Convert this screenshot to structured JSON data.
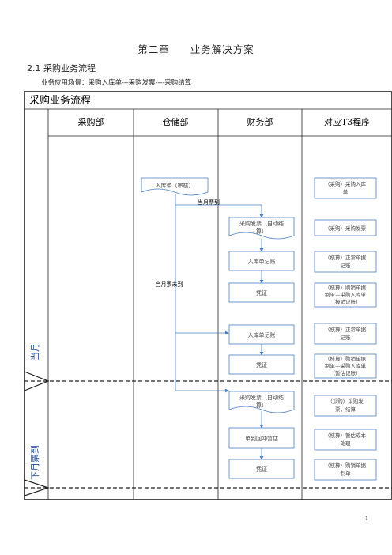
{
  "heading": {
    "chapter": "第二章",
    "title": "业务解决方案"
  },
  "section": {
    "number": "2.1",
    "title": "采购业务流程"
  },
  "scenario": "业务应用场景：采购入库单---采购发票----采购结算",
  "flowchart": {
    "title": "采购业务流程",
    "columns": [
      "采购部",
      "仓储部",
      "财务部",
      "对应T3程序"
    ],
    "lanes": [
      "当月",
      "下月票到"
    ],
    "nodes": {
      "receipt": "入库单（审核）",
      "invoice_auto_1": [
        "采购发票（自动结",
        "算）"
      ],
      "receipt_posting_1": "入库单记账",
      "voucher_1": "凭证",
      "receipt_posting_2": "入库单记账",
      "voucher_2": "凭证",
      "invoice_auto_2": [
        "采购发票（自动结",
        "算）"
      ],
      "reverse_estimate": "单到回冲暂估",
      "voucher_3": "凭证"
    },
    "edges": {
      "invoice_arrived": "当月票到",
      "invoice_not_arrived": "当月票未到"
    },
    "t3_programs": [
      [
        "（采购）采购入库",
        "单"
      ],
      [
        "（采购）采购发票"
      ],
      [
        "（核算）正常单据",
        "记账"
      ],
      [
        "（核算）购销单据",
        "制单—采购入库单",
        "（报销记账）"
      ],
      [
        "（核算）正常单据",
        "记账"
      ],
      [
        "（核算）购销单据",
        "制单—采购入库单",
        "（暂估记账）"
      ],
      [
        "（采购）采购发",
        "票，结算"
      ],
      [
        "（核算）暂估成本",
        "处理"
      ],
      [
        "（核算）购销单据",
        "制单"
      ]
    ]
  },
  "page_number": "1",
  "colors": {
    "arrow": "#4a7fc1",
    "box_border": "#4a7fc1",
    "frame": "#222222"
  }
}
